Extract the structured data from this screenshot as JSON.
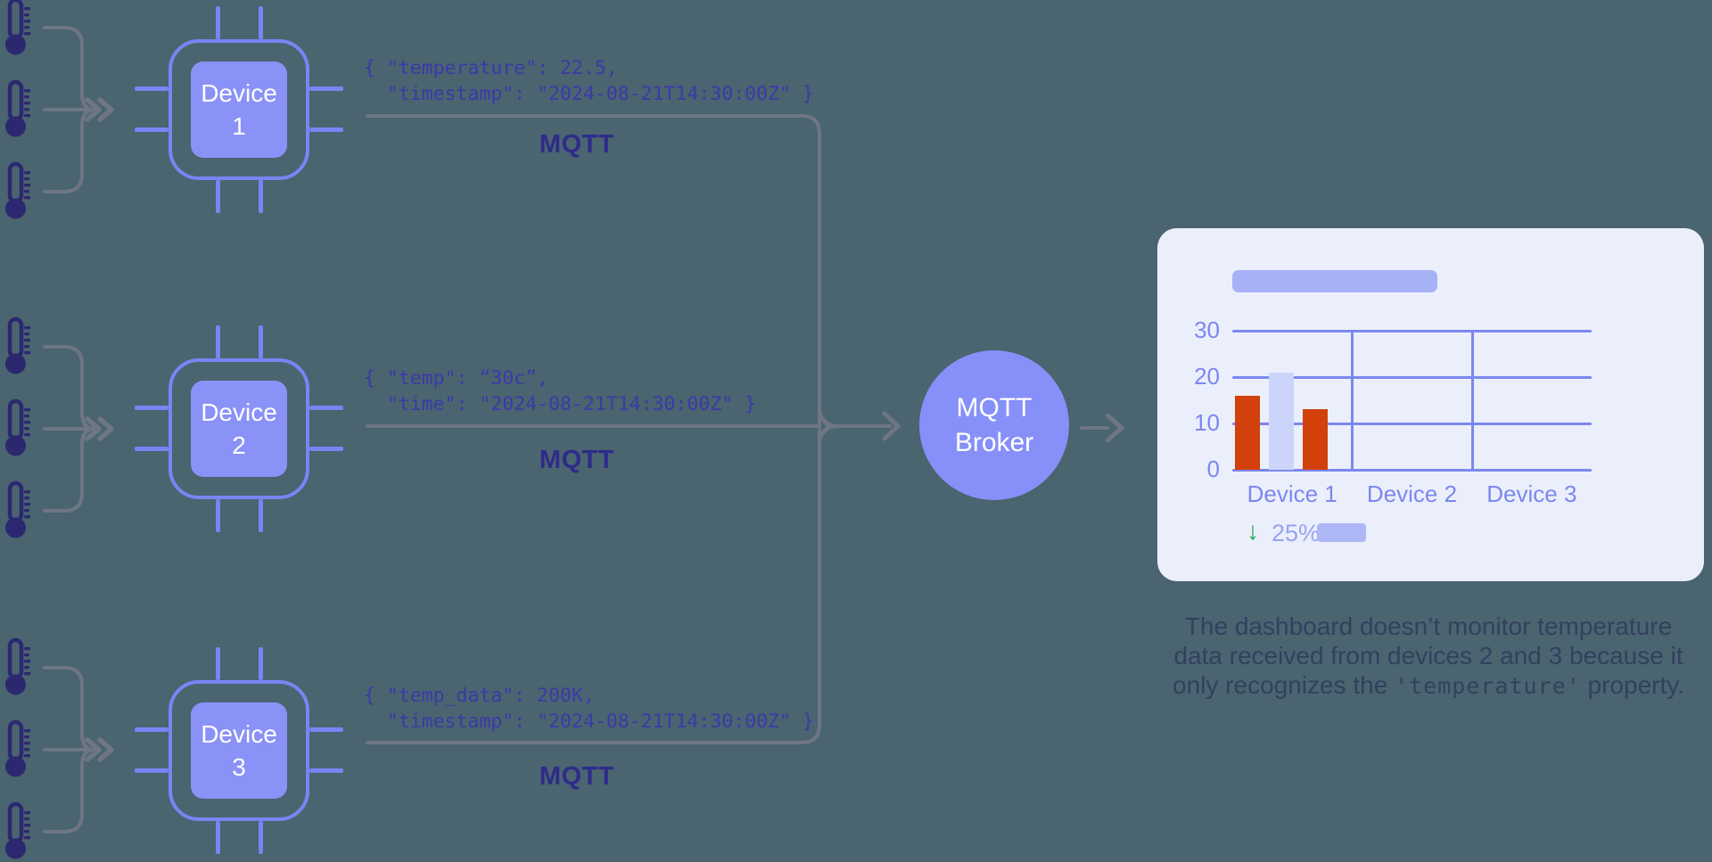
{
  "background_color": "#4A6470",
  "accent_colors": {
    "chip_outline": "#7A84F3",
    "chip_fill": "#8A92F7",
    "thermometer": "#2B2870",
    "connector_gray": "#6F7683",
    "json_text": "#3C39A8",
    "mqtt_label": "#2E2B8B",
    "broker_fill": "#8690F8",
    "card_background": "#EBEFFB"
  },
  "groups": [
    {
      "device": {
        "name": "Device",
        "number": "1"
      },
      "payload": {
        "line1": "{ \"temperature\": 22.5,",
        "line2": "  \"timestamp\": \"2024-08-21T14:30:00Z\" }"
      },
      "protocol_label": "MQTT"
    },
    {
      "device": {
        "name": "Device",
        "number": "2"
      },
      "payload": {
        "line1": "{ \"temp\": “30c”,",
        "line2": "  \"time\": \"2024-08-21T14:30:00Z\" }"
      },
      "protocol_label": "MQTT"
    },
    {
      "device": {
        "name": "Device",
        "number": "3"
      },
      "payload": {
        "line1": "{ \"temp_data\": 200K,",
        "line2": "  \"timestamp\": \"2024-08-21T14:30:00Z\" }"
      },
      "protocol_label": "MQTT"
    }
  ],
  "broker": {
    "line1": "MQTT",
    "line2": "Broker"
  },
  "dashboard": {
    "chart_data": {
      "type": "bar",
      "title": "",
      "categories": [
        "Device 1",
        "Device 2",
        "Device 3"
      ],
      "bars": [
        {
          "category": "Device 1",
          "value": 16,
          "style": "alert"
        },
        {
          "category": "Device 1",
          "value": 21,
          "style": "muted"
        },
        {
          "category": "Device 1",
          "value": 13,
          "style": "alert"
        }
      ],
      "yticks": [
        0,
        10,
        20,
        30
      ],
      "ylim": [
        0,
        30
      ],
      "grid": true,
      "colors": {
        "alert": "#D2410C",
        "muted": "#CBD5F9"
      }
    },
    "legend": {
      "arrow": "↓",
      "change": "25%"
    }
  },
  "caption": {
    "line1": "The dashboard doesn’t monitor temperature",
    "line2": "data received from devices 2 and 3 because it",
    "line3_prefix": "only recognizes the ",
    "line3_code": "'temperature'",
    "line3_suffix": " property."
  }
}
